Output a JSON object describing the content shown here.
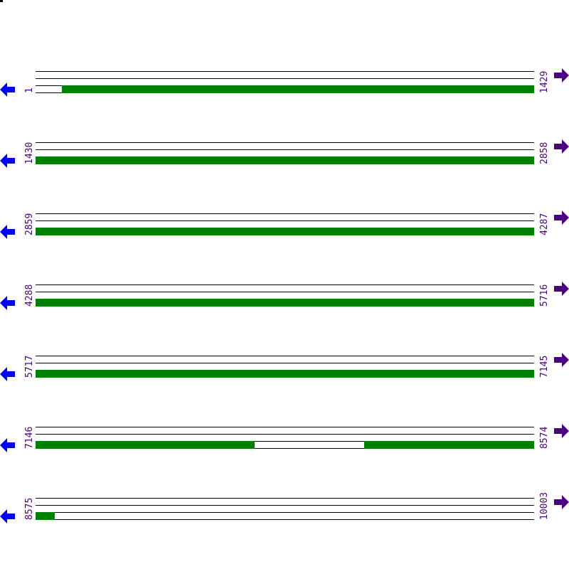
{
  "colors": {
    "feature": "#008000",
    "label": "#4b0082",
    "left_arrow": "#0000ff",
    "right_arrow": "#4b0082",
    "line": "#000000"
  },
  "icons": {
    "left": "left-arrow-icon",
    "right": "right-arrow-icon"
  },
  "rows": [
    {
      "start": "1",
      "end": "1429",
      "segments": [
        [
          87,
          751
        ]
      ]
    },
    {
      "start": "1430",
      "end": "2858",
      "segments": [
        [
          50,
          751
        ]
      ]
    },
    {
      "start": "2859",
      "end": "4287",
      "segments": [
        [
          50,
          751
        ]
      ]
    },
    {
      "start": "4288",
      "end": "5716",
      "segments": [
        [
          50,
          751
        ]
      ]
    },
    {
      "start": "5717",
      "end": "7145",
      "segments": [
        [
          50,
          751
        ]
      ]
    },
    {
      "start": "7146",
      "end": "8574",
      "segments": [
        [
          50,
          358
        ],
        [
          512,
          751
        ]
      ]
    },
    {
      "start": "8575",
      "end": "10003",
      "segments": [
        [
          50,
          77
        ]
      ]
    }
  ]
}
